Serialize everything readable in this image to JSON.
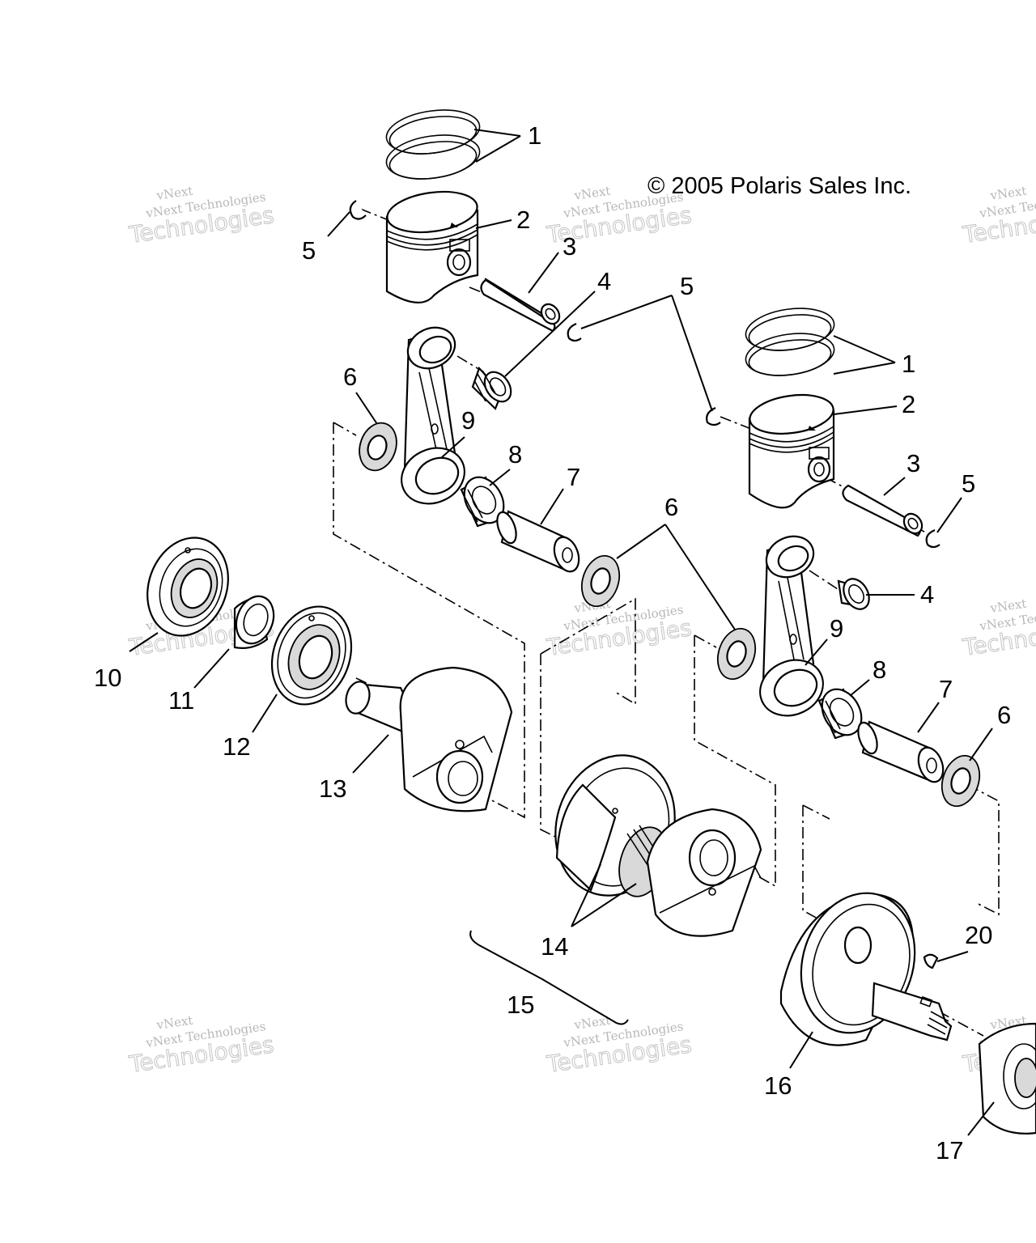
{
  "copyright": "© 2005 Polaris Sales Inc.",
  "watermark": {
    "line_small": "vNext Technologies",
    "line_large": "Technologies",
    "top": "vNext"
  },
  "callouts": {
    "c1a": "1",
    "c1b": "1",
    "c2a": "2",
    "c2b": "2",
    "c3a": "3",
    "c3b": "3",
    "c4a": "4",
    "c4b": "4",
    "c5a": "5",
    "c5b": "5",
    "c5c": "5",
    "c6a": "6",
    "c6b": "6",
    "c6c": "6",
    "c7a": "7",
    "c7b": "7",
    "c8a": "8",
    "c8b": "8",
    "c9a": "9",
    "c9b": "9",
    "c10": "10",
    "c11": "11",
    "c12": "12",
    "c13": "13",
    "c14": "14",
    "c15": "15",
    "c16": "16",
    "c17": "17",
    "c20": "20"
  }
}
